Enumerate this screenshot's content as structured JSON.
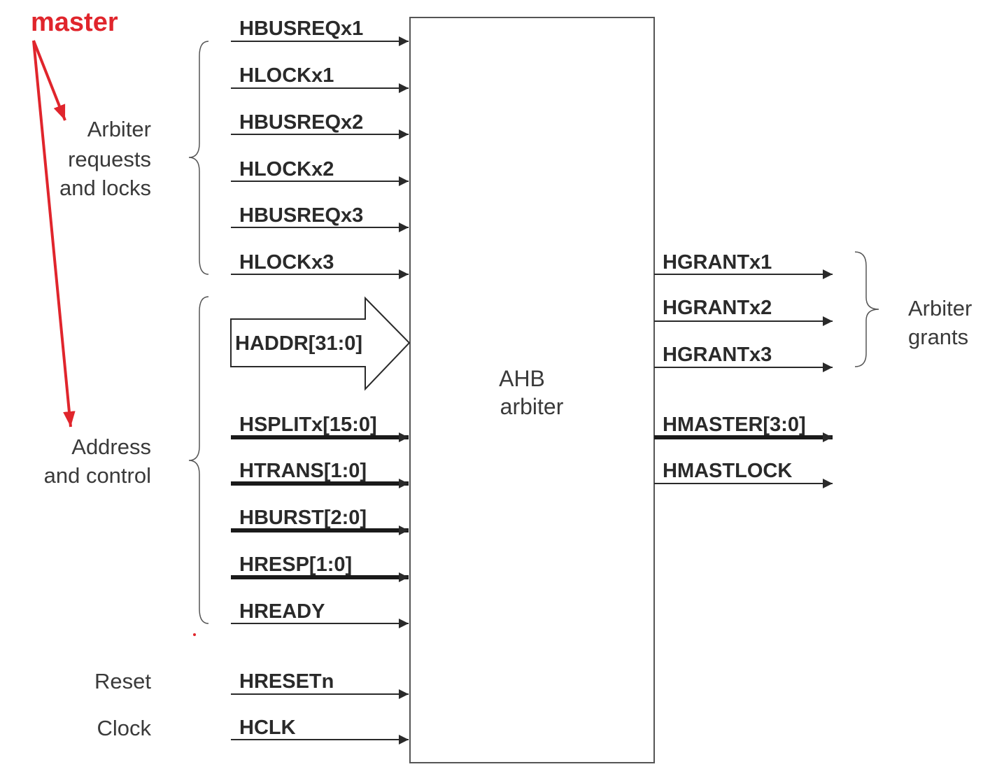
{
  "block": {
    "line1": "AHB",
    "line2": "arbiter"
  },
  "annotation": {
    "label": "master",
    "color": "#e0252c"
  },
  "inputs": [
    {
      "label": "HBUSREQx1",
      "bus": false
    },
    {
      "label": "HLOCKx1",
      "bus": false
    },
    {
      "label": "HBUSREQx2",
      "bus": false
    },
    {
      "label": "HLOCKx2",
      "bus": false
    },
    {
      "label": "HBUSREQx3",
      "bus": false
    },
    {
      "label": "HLOCKx3",
      "bus": false
    },
    {
      "label": "HADDR[31:0]",
      "bus": "wide"
    },
    {
      "label": "HSPLITx[15:0]",
      "bus": true
    },
    {
      "label": "HTRANS[1:0]",
      "bus": true
    },
    {
      "label": "HBURST[2:0]",
      "bus": true
    },
    {
      "label": "HRESP[1:0]",
      "bus": true
    },
    {
      "label": "HREADY",
      "bus": false
    },
    {
      "label": "HRESETn",
      "bus": false
    },
    {
      "label": "HCLK",
      "bus": false
    }
  ],
  "outputs": [
    {
      "label": "HGRANTx1",
      "bus": false
    },
    {
      "label": "HGRANTx2",
      "bus": false
    },
    {
      "label": "HGRANTx3",
      "bus": false
    },
    {
      "label": "HMASTER[3:0]",
      "bus": true
    },
    {
      "label": "HMASTLOCK",
      "bus": false
    }
  ],
  "groups": {
    "requests": [
      "Arbiter",
      "requests",
      "and locks"
    ],
    "address": [
      "Address",
      "and control"
    ],
    "reset": "Reset",
    "clock": "Clock",
    "grants": [
      "Arbiter",
      "grants"
    ]
  }
}
